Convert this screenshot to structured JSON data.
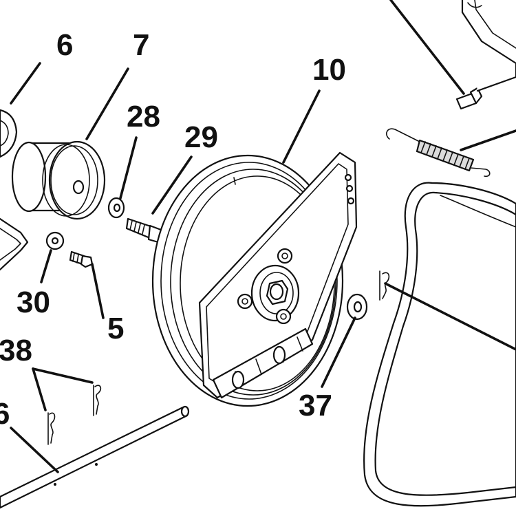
{
  "diagram": {
    "callouts": {
      "c6": "6",
      "c7": "7",
      "c10": "10",
      "c28": "28",
      "c29": "29",
      "c30": "30",
      "c5": "5",
      "c38": "38",
      "c37": "37",
      "c36_partial": "6"
    },
    "colors": {
      "ink": "#111111",
      "paper": "#ffffff"
    }
  }
}
